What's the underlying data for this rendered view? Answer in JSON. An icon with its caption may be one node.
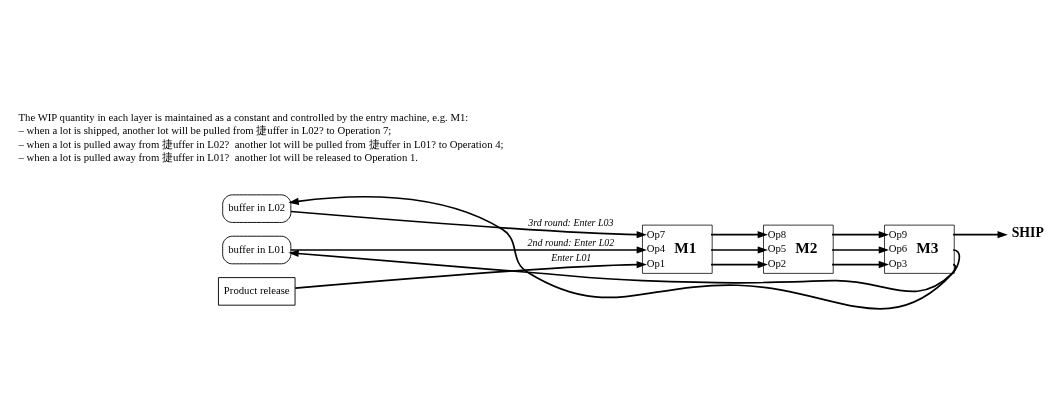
{
  "diagram": {
    "nodes": [
      {
        "text": [
          "buffer in L01"
        ]
      },
      {
        "text": [
          "buffer in L02"
        ]
      },
      {
        "text": [
          "Product release"
        ]
      },
      {
        "text": [
          "Op7",
          "Op4",
          "Op1",
          "M1"
        ]
      },
      {
        "text": [
          "Op8",
          "Op5",
          "Op2",
          "M2"
        ]
      },
      {
        "text": [
          "Op9",
          "Op6",
          "Op3",
          "M3"
        ]
      },
      {
        "text": [
          "SHIP"
        ]
      }
    ],
    "edges": [
      {
        "from": 1,
        "to": 3,
        "arrow": "to",
        "label": "3rd round: Enter L03"
      },
      {
        "from": 0,
        "to": 3,
        "arrow": "to",
        "label": "2nd round: Enter L02"
      },
      {
        "from": 2,
        "to": 3,
        "arrow": "to",
        "label": "Enter L01"
      },
      {
        "from": 3,
        "to": 4,
        "arrow": "to"
      },
      {
        "from": 3,
        "to": 4,
        "arrow": "to"
      },
      {
        "from": 3,
        "to": 4,
        "arrow": "to"
      },
      {
        "from": 4,
        "to": 5,
        "arrow": "to"
      },
      {
        "from": 4,
        "to": 5,
        "arrow": "to"
      },
      {
        "from": 4,
        "to": 5,
        "arrow": "to"
      },
      {
        "from": 5,
        "to": 6,
        "arrow": "to"
      },
      {
        "from": 5,
        "to": 1,
        "arrow": "to"
      },
      {
        "from": 5,
        "to": 0,
        "arrow": "to"
      }
    ],
    "labels": [
      "The WIP quantity in each layer is maintained as a constant and controlled by the entry machine, e.g. M1:",
      "– when a lot is shipped, another lot will be pulled from 捷uffer in L02? to Operation 7;",
      "– when a lot is pulled away from 捷uffer in L02?  another lot will be pulled from 捷uffer in L01? to Operation 4;",
      "– when a lot is pulled away from 捷uffer in L01?  another lot will be released to Operation 1."
    ]
  }
}
